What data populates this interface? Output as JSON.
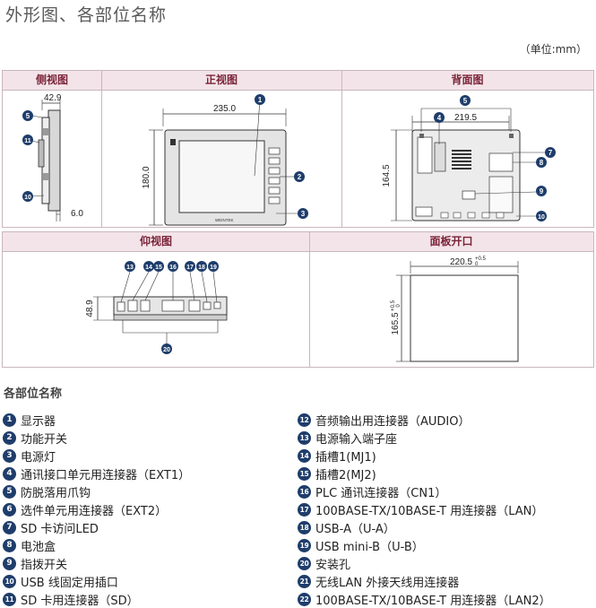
{
  "page_title": "外形图、各部位名称",
  "unit_label": "（单位:mm）",
  "views": {
    "side": "侧视图",
    "front": "正视图",
    "back": "背面图",
    "bottom": "仰视图",
    "cutout": "面板开口"
  },
  "dims": {
    "side_depth": "42.9",
    "side_thick": "6.0",
    "front_width": "235.0",
    "front_height": "180.0",
    "back_width": "219.5",
    "back_height": "164.5",
    "bottom_height": "48.9",
    "cutout_width": "220.5",
    "cutout_width_tol_top": "+0.5",
    "cutout_width_tol_bot": "0",
    "cutout_height": "165.5",
    "cutout_height_tol_top": "+0.5",
    "cutout_height_tol_bot": "0"
  },
  "front_logo": "WEINTEK",
  "callouts": {
    "side": [
      "5",
      "11",
      "10"
    ],
    "front": [
      "1",
      "2",
      "3"
    ],
    "back": [
      "5",
      "4",
      "7",
      "8",
      "9",
      "10"
    ],
    "bottom": [
      "13",
      "14",
      "15",
      "16",
      "17",
      "18",
      "19",
      "20"
    ]
  },
  "parts_heading": "各部位名称",
  "parts_left": [
    {
      "num": "1",
      "name": "显示器"
    },
    {
      "num": "2",
      "name": "功能开关"
    },
    {
      "num": "3",
      "name": "电源灯"
    },
    {
      "num": "4",
      "name": "通讯接口单元用连接器（EXT1）"
    },
    {
      "num": "5",
      "name": "防脱落用爪钩"
    },
    {
      "num": "6",
      "name": "选件单元用连接器（EXT2）"
    },
    {
      "num": "7",
      "name": "SD 卡访问LED"
    },
    {
      "num": "8",
      "name": "电池盒"
    },
    {
      "num": "9",
      "name": "指拨开关"
    },
    {
      "num": "10",
      "name": "USB 线固定用插口"
    },
    {
      "num": "11",
      "name": "SD 卡用连接器（SD）"
    }
  ],
  "parts_right": [
    {
      "num": "12",
      "name": "音频输出用连接器（AUDIO）"
    },
    {
      "num": "13",
      "name": "电源输入端子座"
    },
    {
      "num": "14",
      "name": "插槽1(MJ1)"
    },
    {
      "num": "15",
      "name": "插槽2(MJ2)"
    },
    {
      "num": "16",
      "name": "PLC 通讯连接器（CN1）"
    },
    {
      "num": "17",
      "name": "100BASE-TX/10BASE-T 用连接器（LAN）"
    },
    {
      "num": "18",
      "name": "USB-A（U-A）"
    },
    {
      "num": "19",
      "name": "USB mini-B（U-B）"
    },
    {
      "num": "20",
      "name": "安装孔"
    },
    {
      "num": "21",
      "name": "无线LAN 外接天线用连接器"
    },
    {
      "num": "22",
      "name": "100BASE-TX/10BASE-T 用连接器（LAN2）"
    }
  ]
}
